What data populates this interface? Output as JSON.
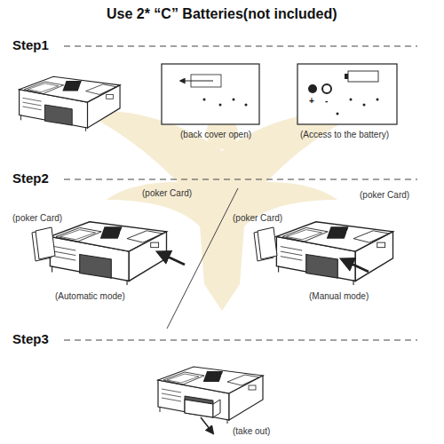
{
  "diagram": {
    "title": "Use 2* “C” Batteries(not included)",
    "labels": [
      "Step1",
      "(back cover open)",
      "(Access to the battery)",
      "Step2",
      "(poker Card)",
      "(poker Card)",
      "(Automatic mode)",
      "(poker Card)",
      "(poker Card)",
      "(Manual mode)",
      "Step3",
      "(take out)",
      "+",
      "-"
    ]
  }
}
